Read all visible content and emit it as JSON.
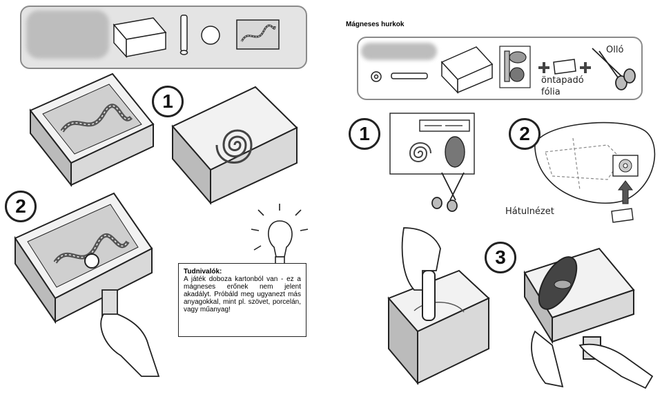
{
  "page": {
    "right_title": "Mágneses hurkok"
  },
  "left_section": {
    "steps": [
      "1",
      "2"
    ]
  },
  "right_section": {
    "steps": [
      "1",
      "2",
      "3"
    ],
    "labels": {
      "scissors": "Olló",
      "tape_line1": "öntapadó",
      "tape_line2": "fólia",
      "back_view": "Hátulnézet"
    }
  },
  "note": {
    "heading": "Tudnivalók:",
    "text": "A játék doboza kartonból van - ez a mágneses erőnek nem jelent akadályt. Próbáld meg ugyanezt más anyagokkal, mint pl. szövet, porcelán, vagy műanyag!"
  },
  "icons": [
    "closed-box-icon",
    "magnet-rod-icon",
    "ball-icon",
    "track-card-icon",
    "lightbulb-icon",
    "hand-icon",
    "scissors-icon",
    "tape-icon",
    "plus-icon",
    "spiral-icon",
    "airplane-icon",
    "arrow-up-icon",
    "washer-icon"
  ]
}
